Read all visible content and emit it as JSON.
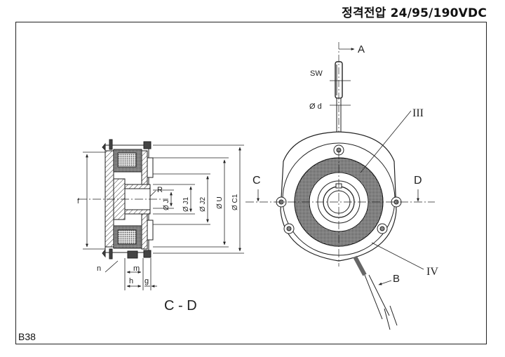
{
  "header": {
    "voltage_title": "정격전압 24/95/190VDC"
  },
  "page": {
    "id": "B38"
  },
  "section_view": {
    "title": "C - D",
    "dims": {
      "f": "f",
      "R": "R",
      "J": "Ø J",
      "J1": "Ø J1",
      "J2": "Ø J2",
      "U": "Ø U",
      "C1": "Ø C1",
      "n": "n",
      "m": "m",
      "h": "h",
      "g": "g"
    }
  },
  "front_view": {
    "labels": {
      "A": "A",
      "B": "B",
      "C": "C",
      "D": "D",
      "SW": "SW",
      "d": "Ø d",
      "III": "III",
      "IV": "IV"
    }
  }
}
